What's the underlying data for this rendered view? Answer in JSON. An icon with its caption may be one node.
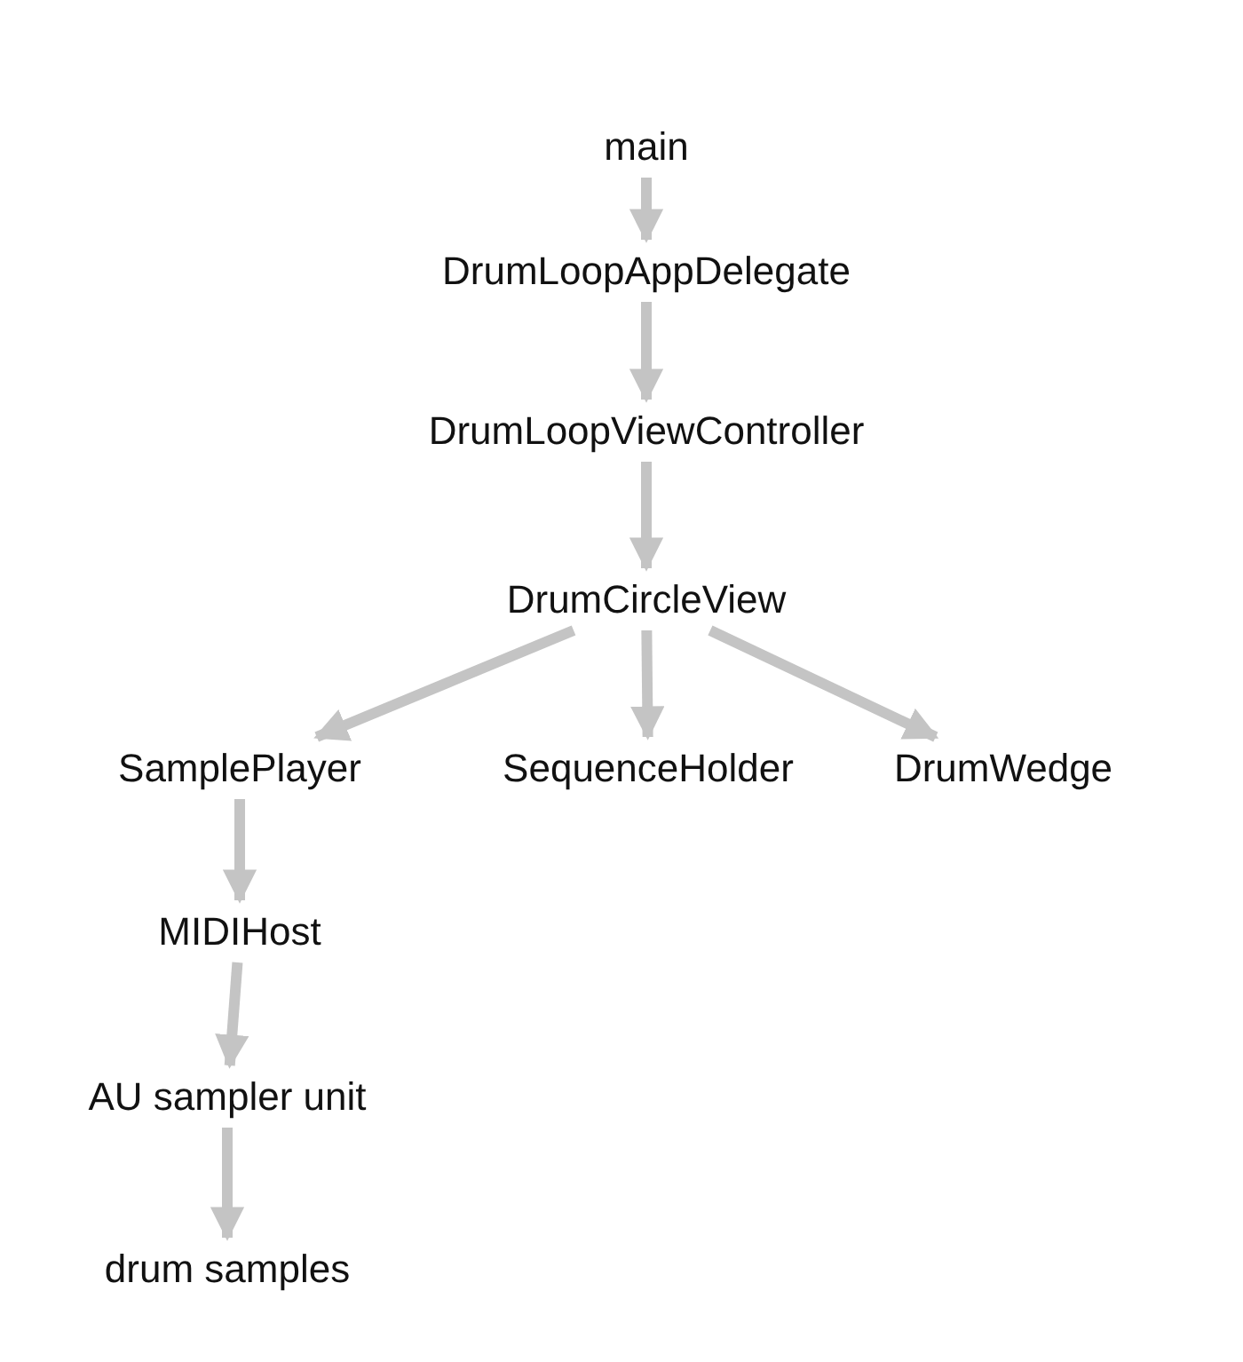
{
  "diagram": {
    "nodes": [
      {
        "text": [
          "main"
        ]
      },
      {
        "text": [
          "DrumLoopAppDelegate"
        ]
      },
      {
        "text": [
          "DrumLoopViewController"
        ]
      },
      {
        "text": [
          "DrumCircleView"
        ]
      },
      {
        "text": [
          "SamplePlayer"
        ]
      },
      {
        "text": [
          "SequenceHolder"
        ]
      },
      {
        "text": [
          "DrumWedge"
        ]
      },
      {
        "text": [
          "MIDIHost"
        ]
      },
      {
        "text": [
          "AU sampler unit"
        ]
      },
      {
        "text": [
          "drum samples"
        ]
      }
    ],
    "edges": [
      {
        "from": 0,
        "to": 1,
        "arrow": "to"
      },
      {
        "from": 1,
        "to": 2,
        "arrow": "to"
      },
      {
        "from": 2,
        "to": 3,
        "arrow": "to"
      },
      {
        "from": 3,
        "to": 4,
        "arrow": "to"
      },
      {
        "from": 3,
        "to": 5,
        "arrow": "to"
      },
      {
        "from": 3,
        "to": 6,
        "arrow": "to"
      },
      {
        "from": 4,
        "to": 7,
        "arrow": "to"
      },
      {
        "from": 7,
        "to": 8,
        "arrow": "to"
      },
      {
        "from": 8,
        "to": 9,
        "arrow": "to"
      }
    ]
  }
}
